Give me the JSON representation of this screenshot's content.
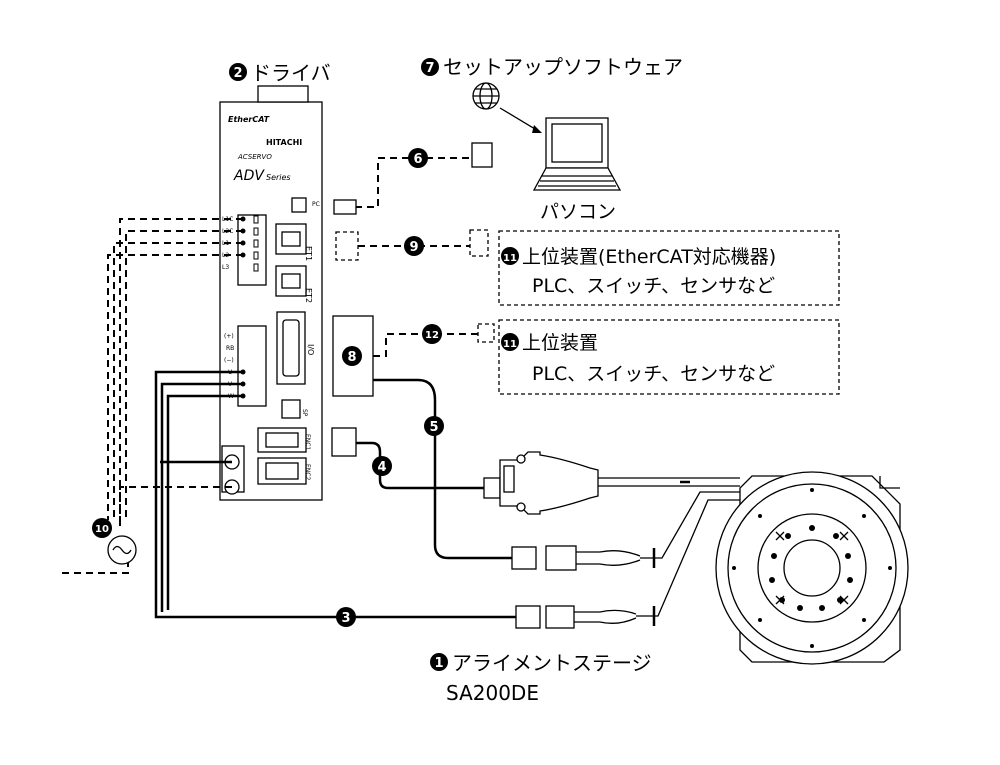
{
  "labels": {
    "driver": "ドライバ",
    "software": "セットアップソフトウェア",
    "pc": "パソコン",
    "host_ethercat_title": "上位装置(EtherCAT対応機器)",
    "host_ethercat_sub": "PLC、スイッチ、センサなど",
    "host_title": "上位装置",
    "host_sub": "PLC、スイッチ、センサなど",
    "stage_title": "アライメントステージ",
    "stage_model": "SA200DE"
  },
  "markers": {
    "m1": "1",
    "m2": "2",
    "m3": "3",
    "m4": "4",
    "m5": "5",
    "m6": "6",
    "m7": "7",
    "m8": "8",
    "m9": "9",
    "m10": "10",
    "m11a": "11",
    "m11b": "11",
    "m12": "12"
  },
  "driver_panel": {
    "ethercat_logo": "EtherCAT",
    "brand": "HITACHI",
    "product": "ACSERVO",
    "series_main": "ADV",
    "series_sub": "Series",
    "port_pc": "PC",
    "port_et1": "ET1",
    "port_et2": "ET2",
    "port_io": "I/O",
    "port_sp": "SP",
    "port_enc1": "ENC1",
    "port_enc2": "ENC2",
    "term_l1": "L1",
    "term_l2": "L2",
    "term_l1c": "L1C",
    "term_l2c": "L2C",
    "term_l3": "L3",
    "term_plus": "(+)",
    "term_rb": "RB",
    "term_minus": "(−)",
    "term_u": "U",
    "term_v": "V",
    "term_w": "W"
  }
}
